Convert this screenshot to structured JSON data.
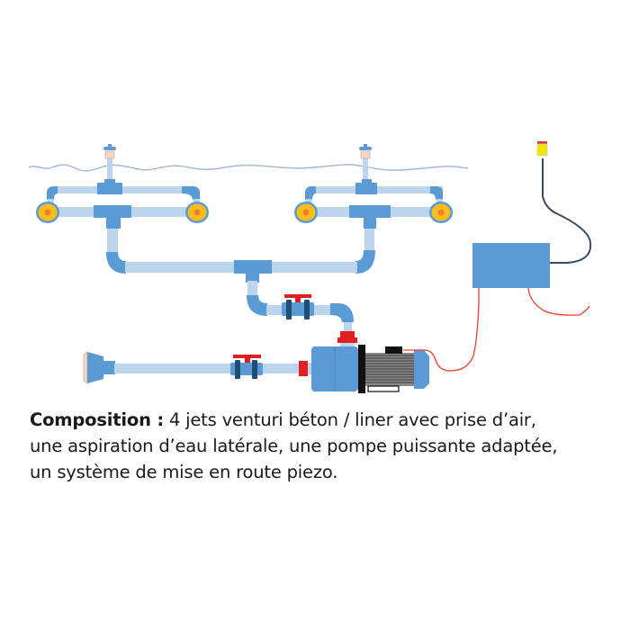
{
  "caption": {
    "lead": "Composition :",
    "line1": " 4 jets venturi béton / liner avec prise d’air,",
    "line2": "une aspiration d’eau latérale, une pompe puissante adaptée,",
    "line3": "un système de mise en route piezo."
  },
  "colors": {
    "pipe_light": "#bcd5ec",
    "pipe_dark": "#5b9bd5",
    "fitting": "#5b9bd5",
    "jet_outer": "#5b9bd5",
    "jet_yellow": "#fbbd1a",
    "jet_center": "#ed7d31",
    "valve_handle": "#e02020",
    "valve_flange": "#1f4e79",
    "water_line": "#9fb8d8",
    "control_box": "#5b9bd5",
    "cable_dark": "#3a4a63",
    "cable_red": "#e8412f",
    "piezo_button": "#f6e600",
    "motor_fins": "#6b6b6b"
  },
  "components": {
    "jets_count": 4,
    "icons": [
      "air-intake-icon",
      "venturi-jet-icon",
      "ball-valve-icon",
      "pump-icon",
      "control-box-icon",
      "piezo-button-icon",
      "suction-inlet-icon"
    ]
  }
}
